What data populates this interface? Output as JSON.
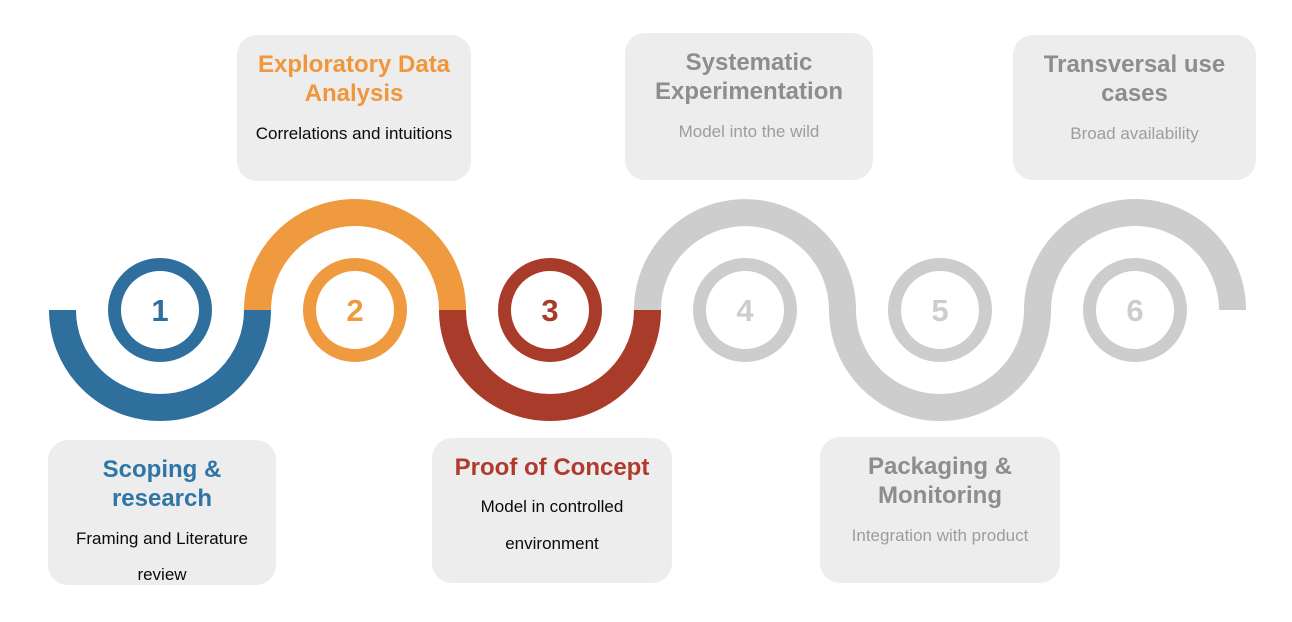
{
  "theme": {
    "background": "#ffffff",
    "card_bg": "#ededed",
    "blue": "#2f6f9e",
    "blue_text": "#2f76a6",
    "orange": "#ef9a3f",
    "orange_text": "#f0973b",
    "red": "#a93b2a",
    "red_text": "#b03a2e",
    "gray": "#cdcdcd",
    "gray_title": "#8d8d8d",
    "gray_subtitle": "#9d9d9d",
    "dark_text": "#0a0a0a"
  },
  "steps": [
    {
      "number": "1",
      "accent": "blue",
      "card_position": "bottom",
      "title": "Scoping & research",
      "subtitle": "Framing and Literature review"
    },
    {
      "number": "2",
      "accent": "orange",
      "card_position": "top",
      "title": "Exploratory Data Analysis",
      "subtitle": "Correlations and intuitions"
    },
    {
      "number": "3",
      "accent": "red",
      "card_position": "bottom",
      "title": "Proof of Concept",
      "subtitle": "Model in controlled environment"
    },
    {
      "number": "4",
      "accent": "gray",
      "card_position": "top",
      "title": "Systematic Experimentation",
      "subtitle": "Model into the wild"
    },
    {
      "number": "5",
      "accent": "gray",
      "card_position": "bottom",
      "title": "Packaging & Monitoring",
      "subtitle": "Integration with product"
    },
    {
      "number": "6",
      "accent": "gray",
      "card_position": "top",
      "title": "Transversal use cases",
      "subtitle": "Broad availability"
    }
  ]
}
